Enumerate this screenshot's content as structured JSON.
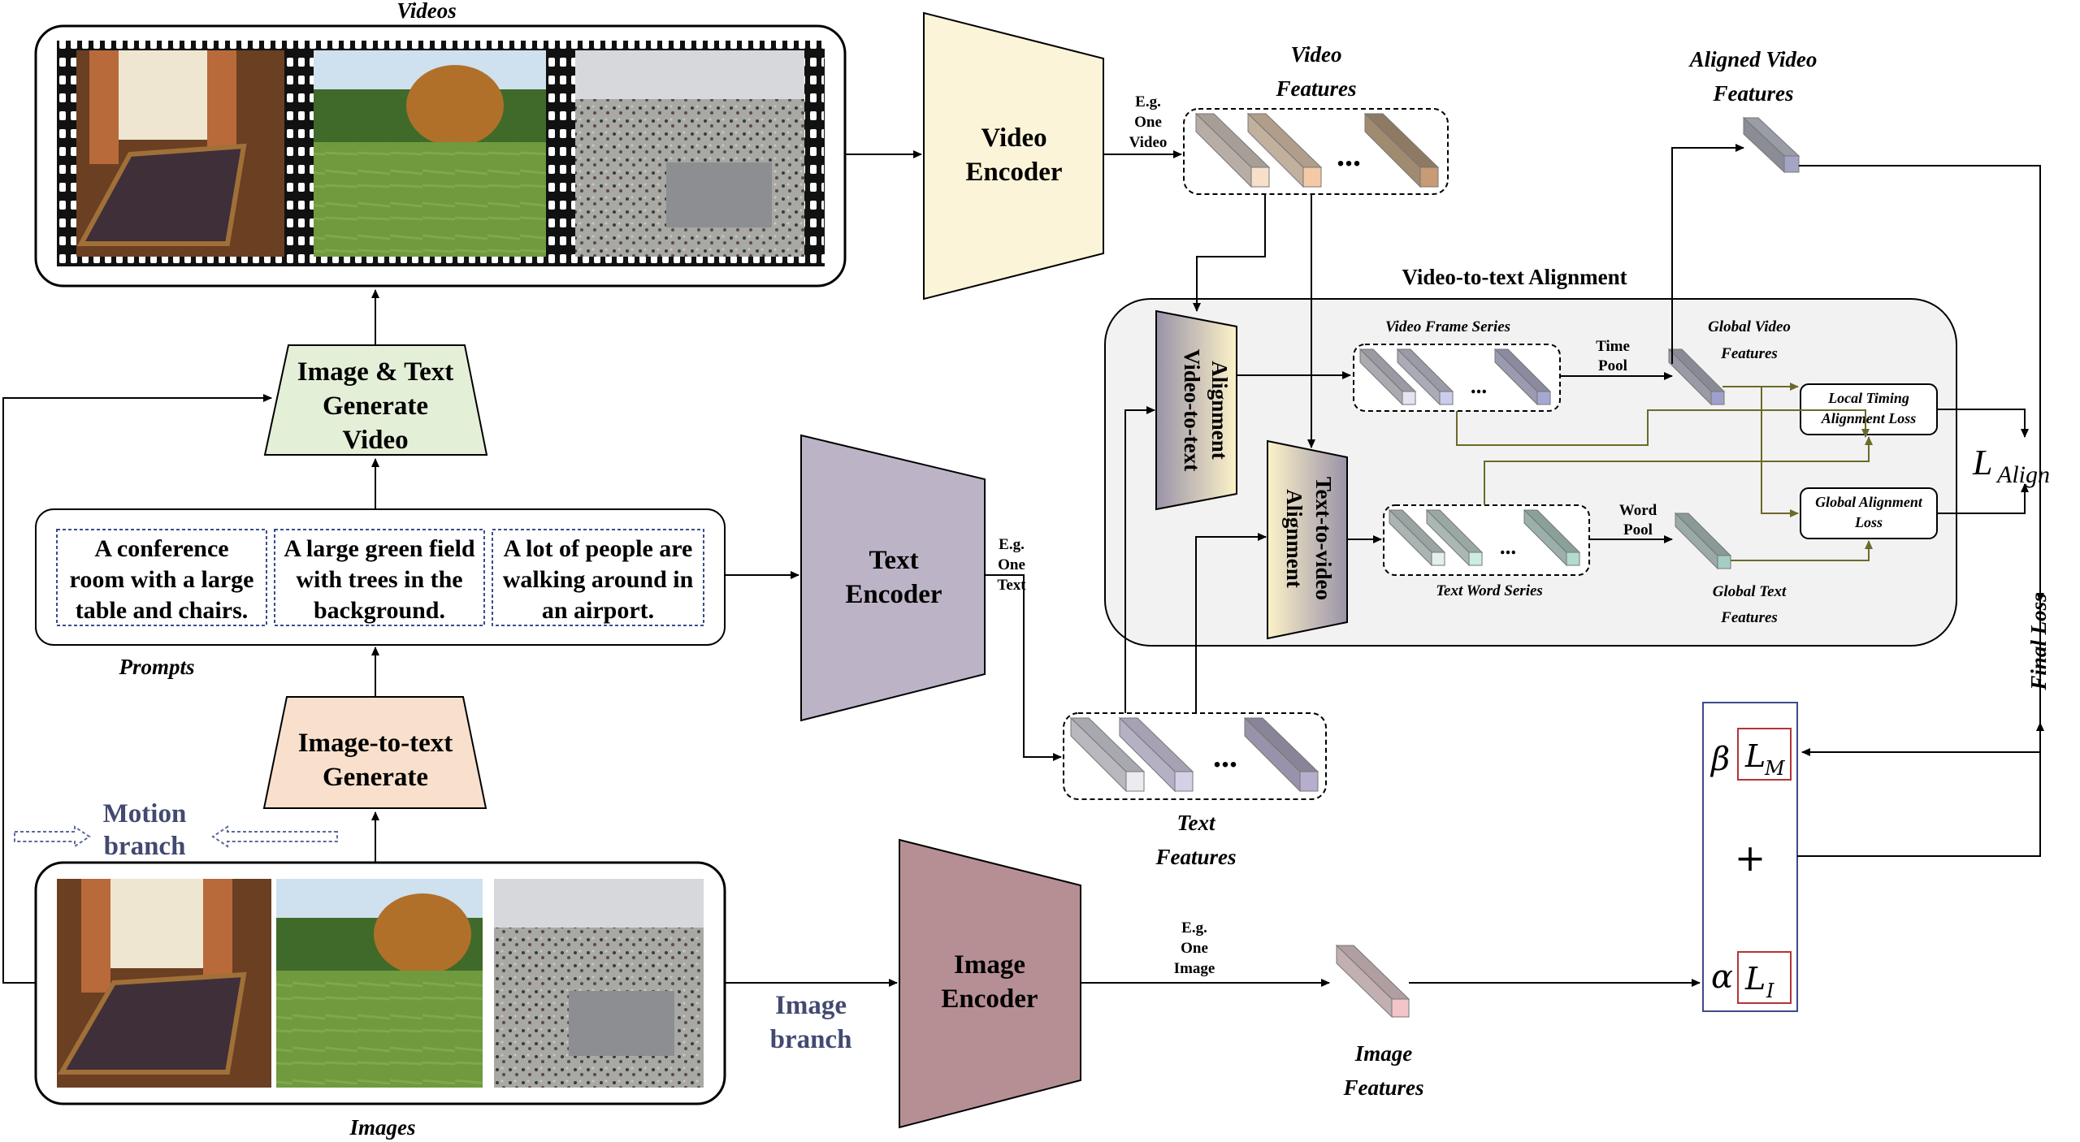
{
  "videos_title": "Videos",
  "images_title": "Images",
  "prompts_title": "Prompts",
  "video_encoder": [
    "Video",
    "Encoder"
  ],
  "text_encoder": [
    "Text",
    "Encoder"
  ],
  "image_encoder": [
    "Image",
    "Encoder"
  ],
  "image_text_generate": [
    "Image & Text",
    "Generate",
    "Video"
  ],
  "image_to_text": [
    "Image-to-text",
    "Generate"
  ],
  "motion_branch": [
    "Motion",
    "branch"
  ],
  "image_branch": [
    "Image",
    "branch"
  ],
  "prompts": [
    [
      "A conference",
      "room with a large",
      "table and chairs."
    ],
    [
      "A large green field",
      "with trees in the",
      "background."
    ],
    [
      "A lot of people are",
      "walking around in",
      "an airport."
    ]
  ],
  "eg_video": [
    "E.g.",
    "One",
    "Video"
  ],
  "eg_text": [
    "E.g.",
    "One",
    "Text"
  ],
  "eg_image": [
    "E.g.",
    "One",
    "Image"
  ],
  "video_features": [
    "Video",
    "Features"
  ],
  "text_features": [
    "Text",
    "Features"
  ],
  "image_features": [
    "Image",
    "Features"
  ],
  "aligned_video_features": [
    "Aligned Video",
    "Features"
  ],
  "alignment_title": "Video-to-text Alignment",
  "v2t_block": [
    "Video-to-text",
    "Alignment"
  ],
  "t2v_block": [
    "Text-to-video",
    "Alignment"
  ],
  "video_frame_series": "Video Frame Series",
  "text_word_series": "Text Word Series",
  "time_pool": [
    "Time",
    "Pool"
  ],
  "word_pool": [
    "Word",
    "Pool"
  ],
  "global_video_features": [
    "Global Video",
    "Features"
  ],
  "global_text_features": [
    "Global Text",
    "Features"
  ],
  "local_timing_loss": [
    "Local Timing",
    "Alignment Loss"
  ],
  "global_alignment_loss": [
    "Global Alignment",
    "Loss"
  ],
  "ellipsis": "...",
  "l_align": {
    "base": "L",
    "sub": "Align"
  },
  "final_loss": "Final Loss",
  "beta": "β",
  "l_m": {
    "base": "L",
    "sub": "M"
  },
  "plus": "+",
  "alpha": "α",
  "l_i": {
    "base": "L",
    "sub": "I"
  },
  "colors": {
    "video_encoder": "#fcf4d8",
    "text_encoder": "#bcb4c6",
    "image_encoder": "#b68f94",
    "generate_video": "#e4efd8",
    "image_to_text": "#f8e0cc",
    "panel": "#f2f2f2",
    "loss_box_border": "#3d4a8c",
    "loss_term_border": "#b5333a",
    "olive_arrow": "#6b6a2a"
  }
}
